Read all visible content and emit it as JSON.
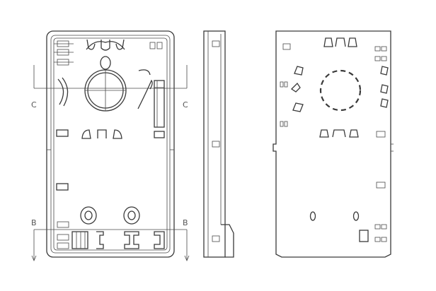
{
  "views": {
    "front": {
      "markers": {
        "left": "C",
        "right": "C",
        "bottom_left": "B",
        "bottom_right": "B"
      }
    }
  },
  "colors": {
    "line": "#3a3a3a",
    "background": "#ffffff"
  }
}
